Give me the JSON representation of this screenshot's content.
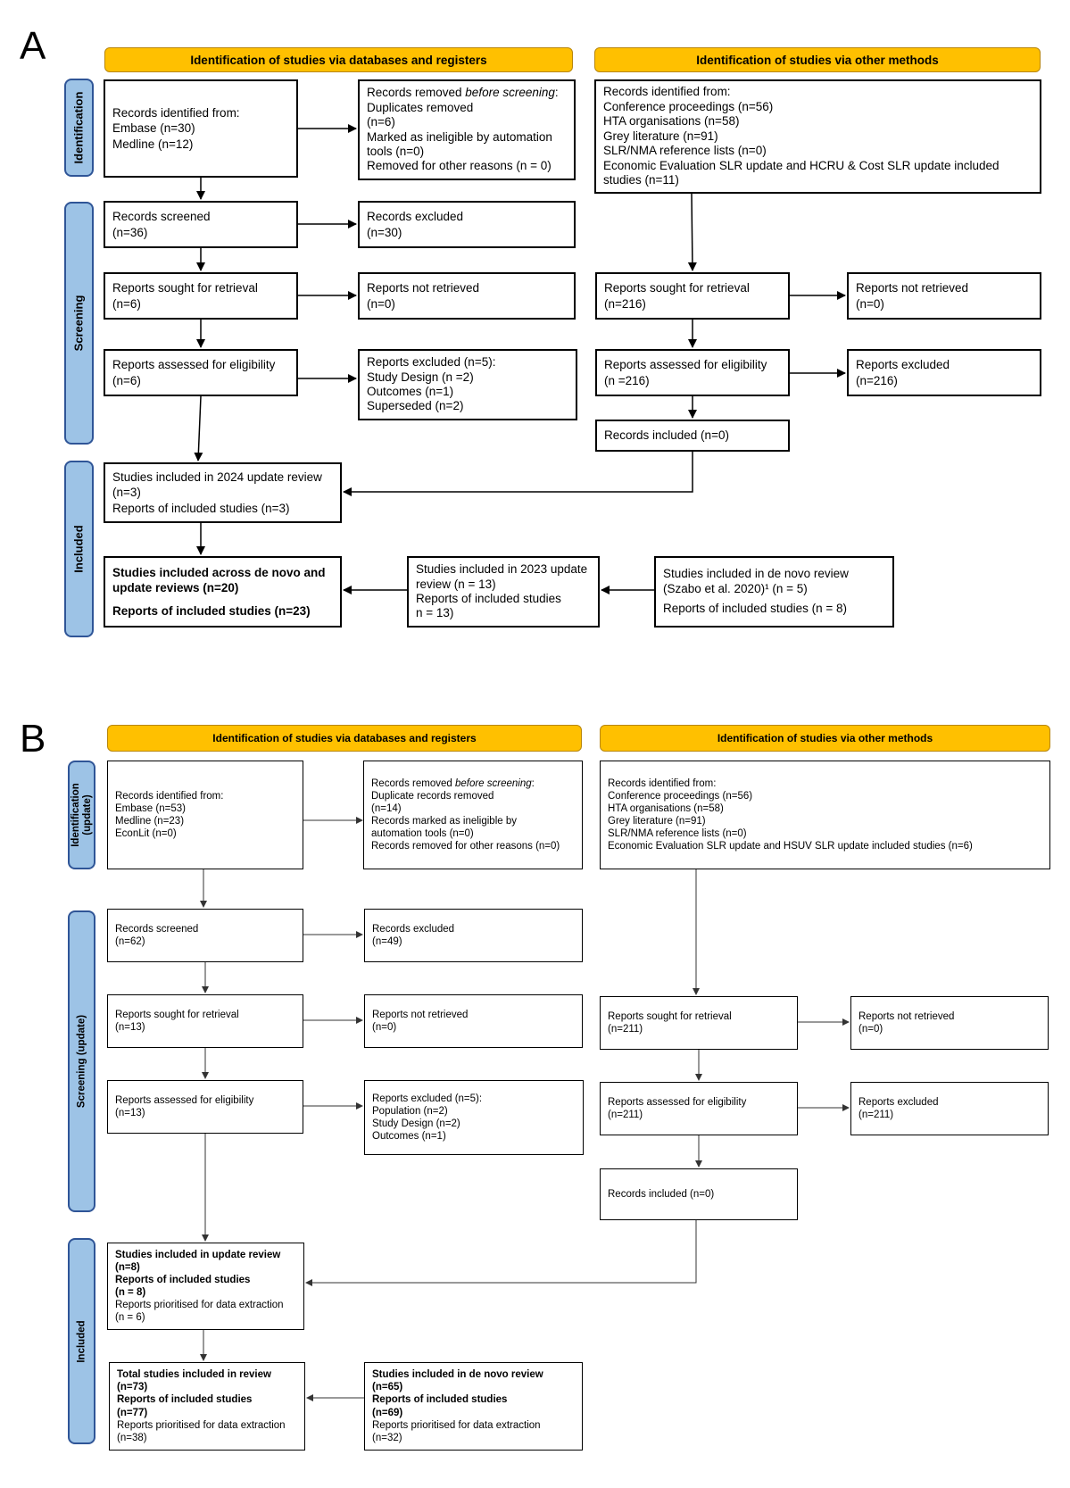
{
  "panelA": {
    "letter": "A",
    "headers": {
      "left": "Identification of studies via databases and registers",
      "right": "Identification of studies via other methods"
    },
    "sides": {
      "identification": "Identification",
      "screening": "Screening",
      "included": "Included"
    },
    "boxes": {
      "records_identified": [
        "Records identified from:",
        "Embase (n=30)",
        "Medline (n=12)"
      ],
      "records_removed": [
        "Records removed ",
        "before screening",
        ":",
        "Duplicates removed",
        "(n=6)",
        "Marked as ineligible by automation",
        "tools (n=0)",
        "Removed for other reasons (n = 0)"
      ],
      "other_identified": [
        "Records identified from:",
        "Conference proceedings (n=56)",
        "HTA organisations (n=58)",
        "Grey literature (n=91)",
        "SLR/NMA reference lists (n=0)",
        "Economic Evaluation SLR update and HCRU & Cost SLR update included",
        "studies (n=11)"
      ],
      "records_screened": [
        "Records screened",
        "(n=36)"
      ],
      "records_excluded": [
        "Records excluded",
        "(n=30)"
      ],
      "sought": [
        "Reports sought for retrieval",
        "(n=6)"
      ],
      "not_retrieved": [
        "Reports not retrieved",
        "(n=0)"
      ],
      "other_sought": [
        "Reports sought for retrieval",
        "(n=216)"
      ],
      "other_not_retrieved": [
        "Reports not retrieved",
        "(n=0)"
      ],
      "assessed": [
        "Reports assessed for eligibility",
        "(n=6)"
      ],
      "reports_excluded": [
        "Reports excluded (n=5):",
        "Study Design (n =2)",
        "Outcomes (n=1)",
        "Superseded (n=2)"
      ],
      "other_assessed": [
        "Reports assessed for eligibility",
        "(n =216)"
      ],
      "other_excluded": [
        "Reports excluded",
        "(n=216)"
      ],
      "other_included": [
        "Records included  (n=0)"
      ],
      "included_2024": [
        "Studies included in 2024 update review",
        "(n=3)",
        "Reports of included studies (n=3)"
      ],
      "included_total": [
        "Studies included across de novo and",
        "update reviews (n=20)",
        "Reports of included studies (n=23)"
      ],
      "included_2023": [
        "Studies included in 2023 update",
        "review (n = 13)",
        "Reports of included studies",
        "n = 13)"
      ],
      "included_denovo": [
        "Studies included in de novo review",
        "(Szabo et al. 2020)¹ (n = 5)",
        "Reports of included studies (n = 8)"
      ]
    }
  },
  "panelB": {
    "letter": "B",
    "headers": {
      "left": "Identification of studies via databases and registers",
      "right": "Identification of studies via other methods"
    },
    "sides": {
      "identification": [
        "Identification",
        "(update)"
      ],
      "screening": "Screening (update)",
      "included": "Included"
    },
    "boxes": {
      "records_identified": [
        "Records identified from:",
        "Embase (n=53)",
        "Medline (n=23)",
        "EconLit (n=0)"
      ],
      "records_removed": [
        "Records removed ",
        "before screening",
        ":",
        "Duplicate records removed",
        "(n=14)",
        "Records marked as ineligible by",
        "automation tools (n=0)",
        "Records removed for other reasons (n=0)"
      ],
      "other_identified": [
        "Records identified from:",
        "Conference proceedings (n=56)",
        "HTA organisations (n=58)",
        "Grey literature (n=91)",
        "SLR/NMA reference lists (n=0)",
        "Economic Evaluation SLR update and HSUV SLR update included studies (n=6)"
      ],
      "records_screened": [
        "Records screened",
        "(n=62)"
      ],
      "records_excluded": [
        "Records excluded",
        "(n=49)"
      ],
      "sought": [
        "Reports sought for retrieval",
        "(n=13)"
      ],
      "not_retrieved": [
        "Reports not retrieved",
        "(n=0)"
      ],
      "other_sought": [
        "Reports sought for retrieval",
        "(n=211)"
      ],
      "other_not_retrieved": [
        "Reports not retrieved",
        "(n=0)"
      ],
      "assessed": [
        "Reports assessed for eligibility",
        "(n=13)"
      ],
      "reports_excluded": [
        "Reports excluded (n=5):",
        "Population (n=2)",
        "Study Design (n=2)",
        "Outcomes (n=1)"
      ],
      "other_assessed": [
        "Reports assessed for eligibility",
        "(n=211)"
      ],
      "other_excluded": [
        "Reports excluded",
        "(n=211)"
      ],
      "other_included": [
        "Records included (n=0)"
      ],
      "included_update": [
        "Studies included in update review",
        "(n=8)",
        "Reports of included studies",
        "(n = 8)",
        "Reports prioritised for data extraction",
        "(n = 6)"
      ],
      "included_total": [
        "Total studies included in review",
        "(n=73)",
        "Reports of included studies",
        "(n=77)",
        "Reports prioritised for data extraction",
        "(n=38)"
      ],
      "included_denovo": [
        "Studies included in de novo review",
        "(n=65)",
        "Reports of included studies",
        "(n=69)",
        "Reports prioritised for data extraction",
        "(n=32)"
      ]
    }
  }
}
